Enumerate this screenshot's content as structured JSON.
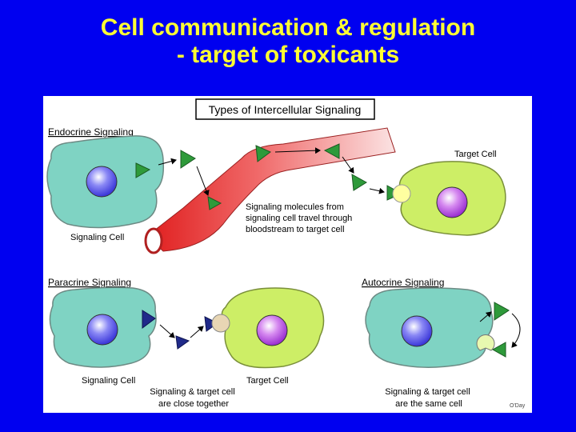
{
  "slide": {
    "title_line1": "Cell communication & regulation",
    "title_line2": "- target of toxicants"
  },
  "figure": {
    "header": "Types of Intercellular Signaling",
    "endocrine": {
      "heading": "Endocrine Signaling",
      "signaling_cell": "Signaling Cell",
      "target_cell": "Target Cell",
      "caption": [
        "Signaling molecules from",
        "signaling cell travel through",
        "bloodstream to target cell"
      ]
    },
    "paracrine": {
      "heading": "Paracrine Signaling",
      "signaling_cell": "Signaling Cell",
      "target_cell": "Target Cell",
      "caption": [
        "Signaling & target cell",
        "are close together"
      ]
    },
    "autocrine": {
      "heading": "Autocrine Signaling",
      "caption": [
        "Signaling & target cell",
        "are the same cell"
      ]
    },
    "credit": "O'Day"
  },
  "colors": {
    "background": "#0000f0",
    "title": "#ffff33",
    "signaling_cell": "#7fd3c3",
    "target_cell": "#cdee66",
    "nucleus_signaling": "#6f6cf0",
    "nucleus_target": "#c86ae8",
    "vessel": "#e83a3a",
    "molecule_endocrine": "#2e9a3a",
    "molecule_paracrine": "#202a8a"
  }
}
